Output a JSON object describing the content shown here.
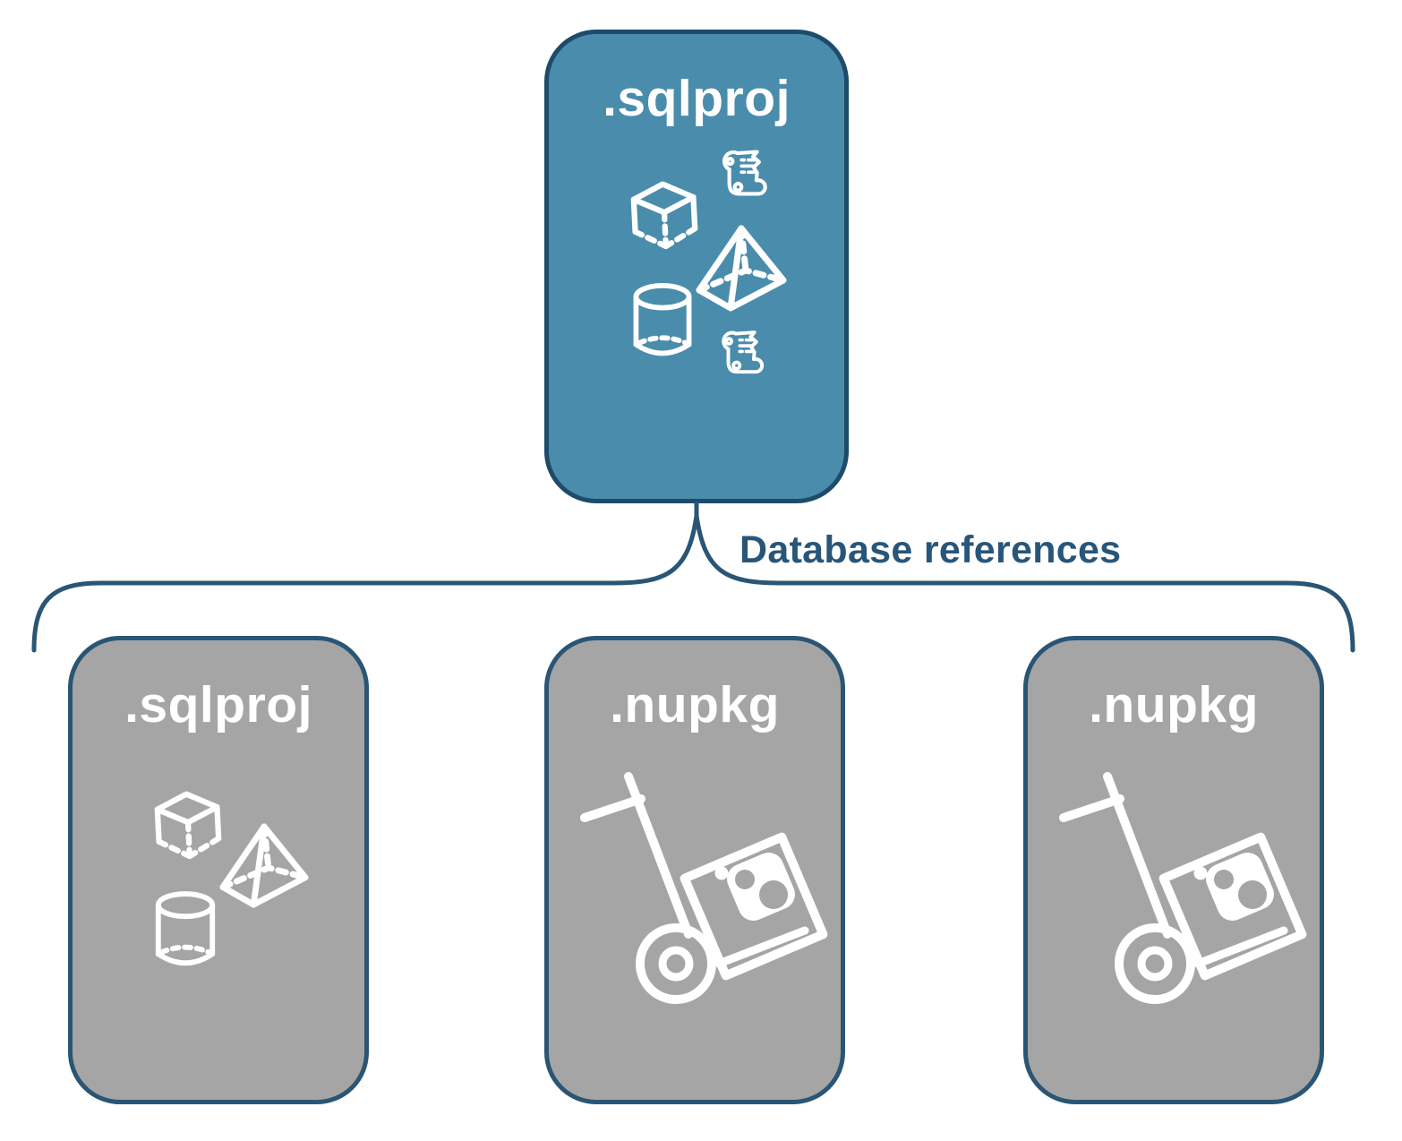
{
  "diagram": {
    "connector": {
      "label": "Database references",
      "shape": "upward-curly-brace",
      "color": "#2a5574"
    },
    "parent": {
      "label": ".sqlproj",
      "fill": "#4a8cab",
      "border": "#1d4b69",
      "text_color": "#ffffff",
      "icons": [
        "script-scroll-icon",
        "cube-icon",
        "pyramid-icon",
        "database-cylinder-icon",
        "script-scroll-icon"
      ]
    },
    "children": [
      {
        "label": ".sqlproj",
        "fill": "#a5a5a5",
        "border": "#2a5574",
        "text_color": "#ffffff",
        "icons": [
          "cube-icon",
          "pyramid-icon",
          "database-cylinder-icon"
        ]
      },
      {
        "label": ".nupkg",
        "fill": "#a5a5a5",
        "border": "#2a5574",
        "text_color": "#ffffff",
        "icons": [
          "nuget-hand-truck-icon"
        ]
      },
      {
        "label": ".nupkg",
        "fill": "#a5a5a5",
        "border": "#2a5574",
        "text_color": "#ffffff",
        "icons": [
          "nuget-hand-truck-icon"
        ]
      }
    ],
    "label_color": "#28567a",
    "background": "#ffffff"
  }
}
